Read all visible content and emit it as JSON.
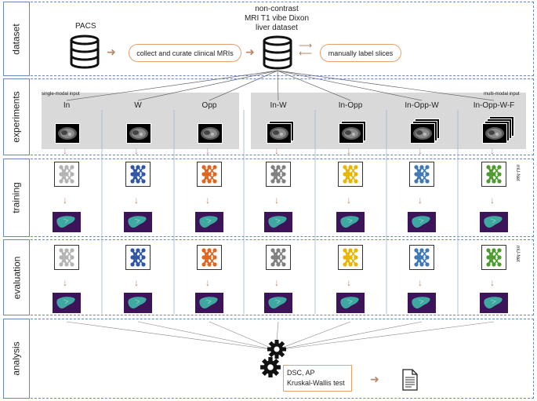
{
  "stages": {
    "dataset": "dataset",
    "experiments": "experiments",
    "training": "training",
    "evaluation": "evaluation",
    "analysis": "analysis"
  },
  "dataset": {
    "pacs": "PACS",
    "collect_step": "collect and curate clinical MRIs",
    "dataset_line1": "non-contrast",
    "dataset_line2": "MRI T1 vibe Dixon",
    "dataset_line3": "liver dataset",
    "label_step": "manually label slices"
  },
  "experiments": {
    "single_modal": "single-modal input",
    "multi_modal": "multi-modal input",
    "columns": [
      "In",
      "W",
      "Opp",
      "In-W",
      "In-Opp",
      "In-Opp-W",
      "In-Opp-W-F"
    ]
  },
  "model_name": "mU-Net",
  "analysis": {
    "metrics_line1": "DSC, AP",
    "metrics_line2": "Kruskal-Wallis test"
  },
  "colors": {
    "border": "#6b86b8",
    "arrow": "#b7886a",
    "pill_border": "#e4a06d",
    "gray_panel": "#d9d9d9",
    "network_colors": [
      "#b3b3b3",
      "#2f55a4",
      "#e0651d",
      "#808080",
      "#e8b600",
      "#3f78b5",
      "#4f9a2f"
    ],
    "mask_bg": "#3d1459",
    "liver": "#3fa8a0"
  },
  "icons": {
    "database": "database-icon",
    "network": "neural-network-icon",
    "mask": "liver-mask-icon",
    "gear": "gear-icon",
    "document": "document-icon"
  }
}
